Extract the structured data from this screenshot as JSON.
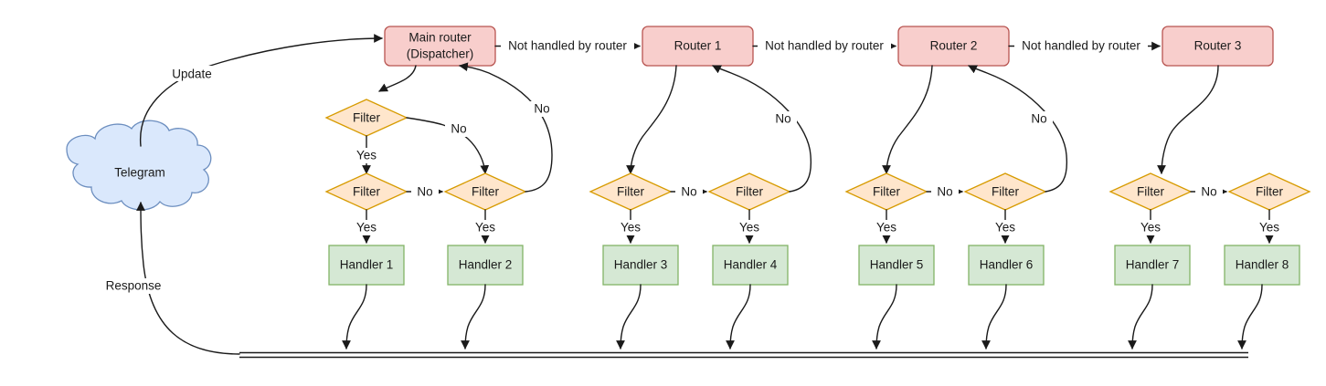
{
  "diagram": {
    "title": "Telegram bot update routing flow",
    "colors": {
      "router_fill": "#f8cecc",
      "router_stroke": "#b85450",
      "filter_fill": "#ffe6cc",
      "filter_stroke": "#d79b00",
      "handler_fill": "#d5e8d4",
      "handler_stroke": "#82b366",
      "cloud_fill": "#dae8fc",
      "cloud_stroke": "#6c8ebf",
      "edge_stroke": "#1a1a1a",
      "text": "#1a1a1a",
      "background": "#ffffff"
    },
    "source": {
      "label": "Telegram",
      "shape": "cloud"
    },
    "routers": [
      {
        "id": "main",
        "label_line1": "Main router",
        "label_line2": "(Dispatcher)"
      },
      {
        "id": "router1",
        "label_line1": "Router 1",
        "label_line2": ""
      },
      {
        "id": "router2",
        "label_line1": "Router 2",
        "label_line2": ""
      },
      {
        "id": "router3",
        "label_line1": "Router 3",
        "label_line2": ""
      }
    ],
    "filters": [
      {
        "id": "f-main-top",
        "label": "Filter"
      },
      {
        "id": "f-main-left",
        "label": "Filter"
      },
      {
        "id": "f-main-right",
        "label": "Filter"
      },
      {
        "id": "f-r1-left",
        "label": "Filter"
      },
      {
        "id": "f-r1-right",
        "label": "Filter"
      },
      {
        "id": "f-r2-left",
        "label": "Filter"
      },
      {
        "id": "f-r2-right",
        "label": "Filter"
      },
      {
        "id": "f-r3-left",
        "label": "Filter"
      },
      {
        "id": "f-r3-right",
        "label": "Filter"
      }
    ],
    "handlers": [
      {
        "id": "h1",
        "label": "Handler 1"
      },
      {
        "id": "h2",
        "label": "Handler 2"
      },
      {
        "id": "h3",
        "label": "Handler 3"
      },
      {
        "id": "h4",
        "label": "Handler 4"
      },
      {
        "id": "h5",
        "label": "Handler 5"
      },
      {
        "id": "h6",
        "label": "Handler 6"
      },
      {
        "id": "h7",
        "label": "Handler 7"
      },
      {
        "id": "h8",
        "label": "Handler 8"
      }
    ],
    "edge_labels": {
      "update": "Update",
      "response": "Response",
      "not_handled_1": "Not handled by router",
      "not_handled_2": "Not handled by router",
      "not_handled_3": "Not handled by router",
      "yes_1": "Yes",
      "yes_2": "Yes",
      "yes_3": "Yes",
      "yes_4": "Yes",
      "yes_5": "Yes",
      "yes_6": "Yes",
      "yes_7": "Yes",
      "yes_8": "Yes",
      "yes_9": "Yes",
      "no_main_top": "No",
      "no_main_return": "No",
      "no_main_mid": "No",
      "no_r1_mid": "No",
      "no_r1_return": "No",
      "no_r2_mid": "No",
      "no_r2_return": "No",
      "no_r3_mid": "No"
    }
  }
}
